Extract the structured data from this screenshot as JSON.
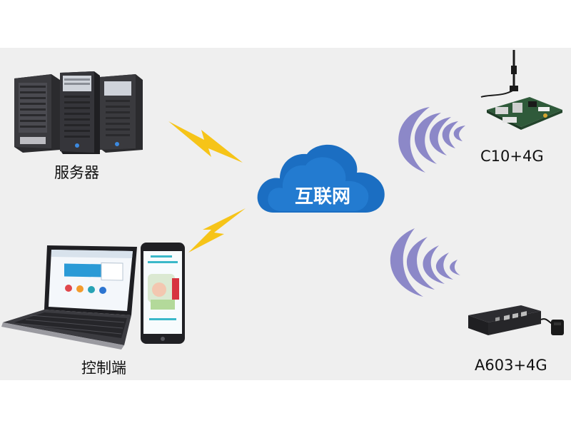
{
  "nodes": {
    "server": {
      "label": "服务器"
    },
    "client": {
      "label": "控制端"
    },
    "cloud": {
      "label": "互联网"
    },
    "device_c10": {
      "label": "C10+4G"
    },
    "device_a603": {
      "label": "A603+4G"
    }
  },
  "colors": {
    "cloud_blue": "#1b6ec2",
    "lightning": "#f6c418",
    "wave_purple": "#8c88c8",
    "background": "#efefef"
  }
}
